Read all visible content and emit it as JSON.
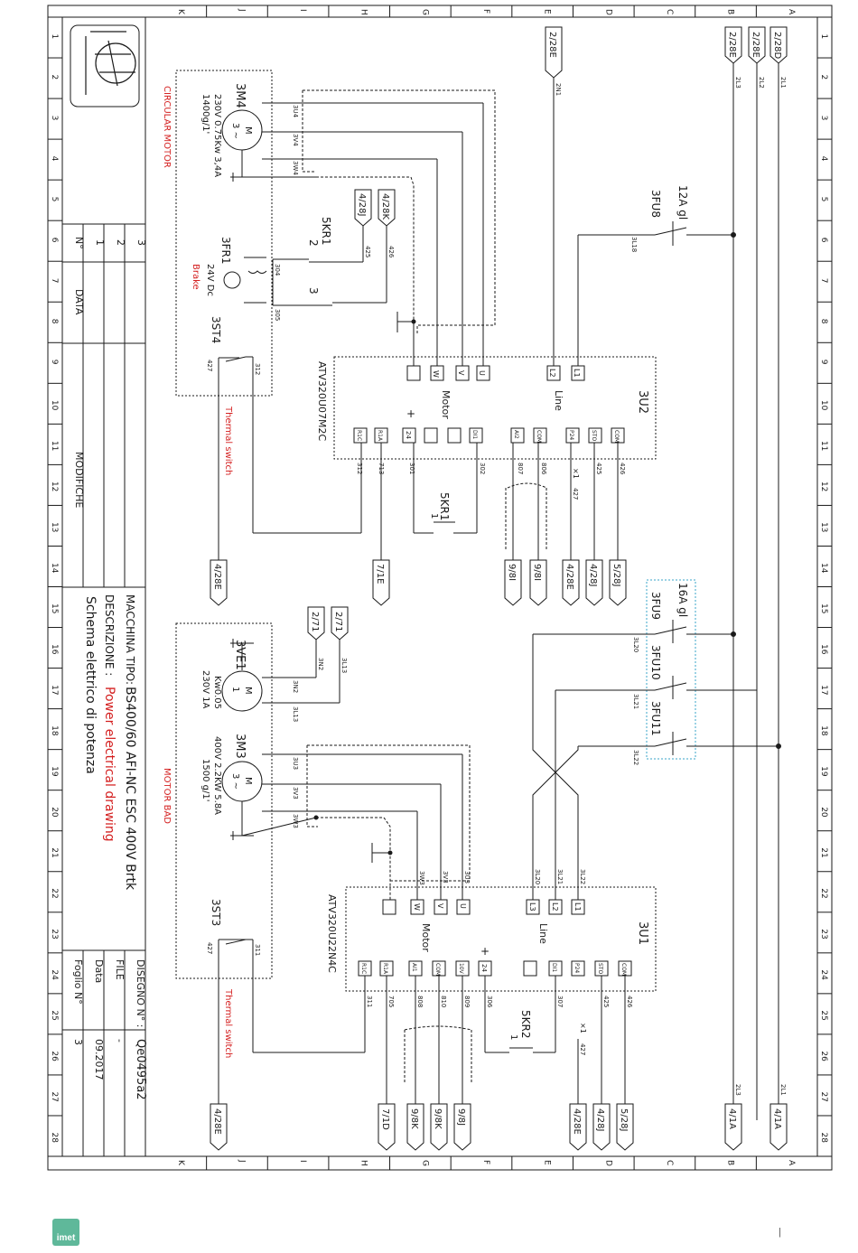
{
  "sheet": {
    "columns": [
      "A",
      "B",
      "C",
      "D",
      "E",
      "F",
      "G",
      "H",
      "I",
      "J",
      "K"
    ],
    "rows": [
      "1",
      "2",
      "3",
      "4",
      "5",
      "6",
      "7",
      "8",
      "9",
      "10",
      "11",
      "12",
      "13",
      "14",
      "15",
      "16",
      "17",
      "18",
      "19",
      "20",
      "21",
      "22",
      "23",
      "24",
      "25",
      "26",
      "27",
      "28"
    ]
  },
  "title_block": {
    "rev_header_n": "N°",
    "rev_numbers": [
      "1",
      "2",
      "3"
    ],
    "data_label": "DATA",
    "modifiche_label": "MODIFICHE",
    "macchina_label": "MACCHINA TIPO:",
    "macchina_value": "BS400/60 AFI-NC ESC 400V Brtk",
    "descrizione_label": "DESCRIZIONE :",
    "descrizione_en": "Power electrical drawing",
    "descrizione_it": "Schema elettrico di potenza",
    "disegno_label": "DISEGNO N° :",
    "disegno_value": "Qe0495a2",
    "file_label": "FILE",
    "file_value": "-",
    "data2_label": "Data",
    "data2_value": "09.2017",
    "foglio_label": "Foglio N°",
    "foglio_value": "3"
  },
  "top": {
    "ref_e": "2/28E",
    "ref_b": "2/28E",
    "ref_c": "2/28E",
    "ref_a": "2/28D",
    "wire_2n": "2N1",
    "wire_2l3": "2L3",
    "wire_2l2": "2L2",
    "wire_2l1": "2L1",
    "fuse8_rating": "12A gl",
    "fuse8_name": "3FU8",
    "fuse8_wire": "3L18",
    "motor4_name": "3M4",
    "motor4_spec1": "230V   0.75Kw  3,4A",
    "motor4_spec2": "1400g/1'",
    "motor_m": "M",
    "motor_3": "3 ~",
    "motor4_title": "CIRCULAR MOTOR",
    "wire_3u4": "3U4",
    "wire_3v4": "3V4",
    "wire_3w4": "3W4",
    "ref_428j": "4/28J",
    "ref_428k": "4/28K",
    "wire_425": "425",
    "wire_426": "426",
    "kr1_name": "5KR1",
    "kr1_c1": "2",
    "kr1_c2": "3",
    "fr1_name": "3FR1",
    "fr1_spec": "24V  Dc",
    "fr1_title": "Brake",
    "wire_304": "304",
    "wire_305": "305",
    "st4_name": "3ST4",
    "wire_427": "427",
    "wire_312": "312",
    "inv_name": "3U2",
    "inv_model": "ATV320U07M2C",
    "inv_motor": "Motor",
    "inv_line": "Line",
    "thermal": "Thermal switch",
    "plus": "+",
    "t_u": "U",
    "t_v": "V",
    "t_w": "W",
    "t_gnd": "⏚",
    "t_l2": "L2",
    "t_l1": "L1",
    "t_r1c": "R1C",
    "t_r1a": "R1A",
    "t_24": "24",
    "t_di1": "DI1",
    "t_a2": "AI2",
    "t_com": "COM",
    "t_p24": "P24",
    "t_sto": "STO",
    "w_312": "312",
    "w_713": "713",
    "w_301": "301",
    "w_302": "302",
    "w_807": "807",
    "w_806": "806",
    "w_425": "425",
    "w_426": "426",
    "kr1b_name": "5KR1",
    "kr1b_c": "1",
    "x1": "×1",
    "refs_bottom": [
      "4/28E",
      "7/1E",
      "9/8I",
      "9/8I",
      "4/28E",
      "4/28J",
      "5/28J"
    ]
  },
  "bottom": {
    "fuse_rating": "16A gl",
    "fuse9": "3FU9",
    "fuse10": "3FU10",
    "fuse11": "3FU11",
    "w_3l20": "3L20",
    "w_3l21": "3L21",
    "w_3l22": "3L22",
    "ref_271a": "2/71",
    "ref_271b": "2/71",
    "w_3n2": "3N2",
    "w_3l13": "3L13",
    "ve1_name": "3VE1",
    "ve1_spec1": "230V  1A",
    "ve1_spec2": "Kw0.05",
    "m3_name": "3M3",
    "m3_spec1": "400V  2.2KW 5.8A",
    "m3_spec2": "1500 g/1'",
    "m3_title": "MOTOR BAD",
    "w_3u3": "3U3",
    "w_3v3": "3V3",
    "w_3w3": "3W3",
    "st3_name": "3ST3",
    "w_427": "427",
    "w_311": "311",
    "inv_name": "3U1",
    "inv_model": "ATV320U22N4C",
    "inv_motor": "Motor",
    "inv_line": "Line",
    "thermal": "Thermal switch",
    "t_l3": "L3",
    "t_l2": "L2",
    "t_l1": "L1",
    "t_r1c": "R1C",
    "t_r1a": "R1A",
    "t_ai1": "AI1",
    "t_com": "COM",
    "t_10v": "10V",
    "t_24": "24",
    "t_di1": "DI1",
    "t_p24": "P24",
    "t_sto": "STO",
    "w_705": "705",
    "w_808": "808",
    "w_810": "810",
    "w_809": "809",
    "w_306": "306",
    "w_307": "307",
    "w_425": "425",
    "w_426": "426",
    "kr2_name": "5KR2",
    "kr2_c": "1",
    "refs_bottom": [
      "4/28E",
      "7/1D",
      "9/8K",
      "9/8K",
      "9/8J",
      "4/28E",
      "4/28J",
      "5/28J",
      "4/1A",
      "4/1A"
    ]
  },
  "footer": {
    "logo": "imet",
    "page": "|"
  },
  "colors": {
    "line": "#1a1a1a",
    "red": "#d42020",
    "dash_blue": "#3aa6c8",
    "logo": "#5fb89a"
  }
}
